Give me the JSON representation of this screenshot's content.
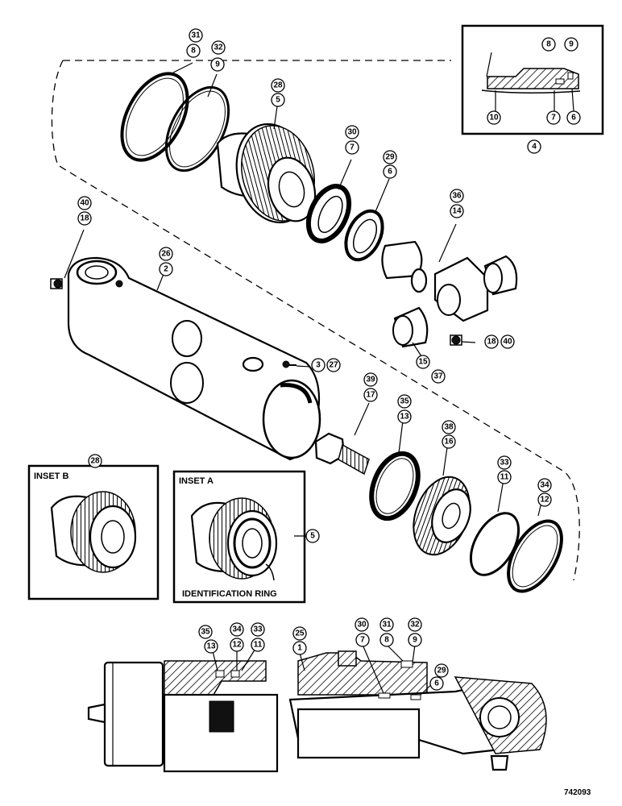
{
  "callouts": {
    "c31a": "31",
    "c8a": "8",
    "c32a": "32",
    "c9a": "9",
    "c28a": "28",
    "c5a": "5",
    "c30a": "30",
    "c7a": "7",
    "c29a": "29",
    "c6a": "6",
    "c36": "36",
    "c14": "14",
    "c40a": "40",
    "c18a": "18",
    "c26a": "26",
    "c2a": "2",
    "c18b": "18",
    "c40b": "40",
    "c3": "3",
    "c27": "27",
    "c15": "15",
    "c37": "37",
    "c39": "39",
    "c17": "17",
    "c35a": "35",
    "c13a": "13",
    "c38": "38",
    "c16": "16",
    "c33a": "33",
    "c11a": "11",
    "c34a": "34",
    "c12a": "12",
    "c28b": "28",
    "c5b": "5",
    "c8i": "8",
    "c9i": "9",
    "c10i": "10",
    "c7i": "7",
    "c6i": "6",
    "c4": "4",
    "c35b": "35",
    "c13b": "13",
    "c34b": "34",
    "c12b": "12",
    "c33b": "33",
    "c11b": "11",
    "c25": "25",
    "c1": "1",
    "c30b": "30",
    "c7b": "7",
    "c31b": "31",
    "c8b": "8",
    "c32b": "32",
    "c9b": "9",
    "c29b": "29",
    "c6b": "6"
  },
  "labels": {
    "inset_b": "INSET B",
    "inset_a": "INSET A",
    "identification_ring": "IDENTIFICATION RING",
    "figure_number": "742093"
  }
}
